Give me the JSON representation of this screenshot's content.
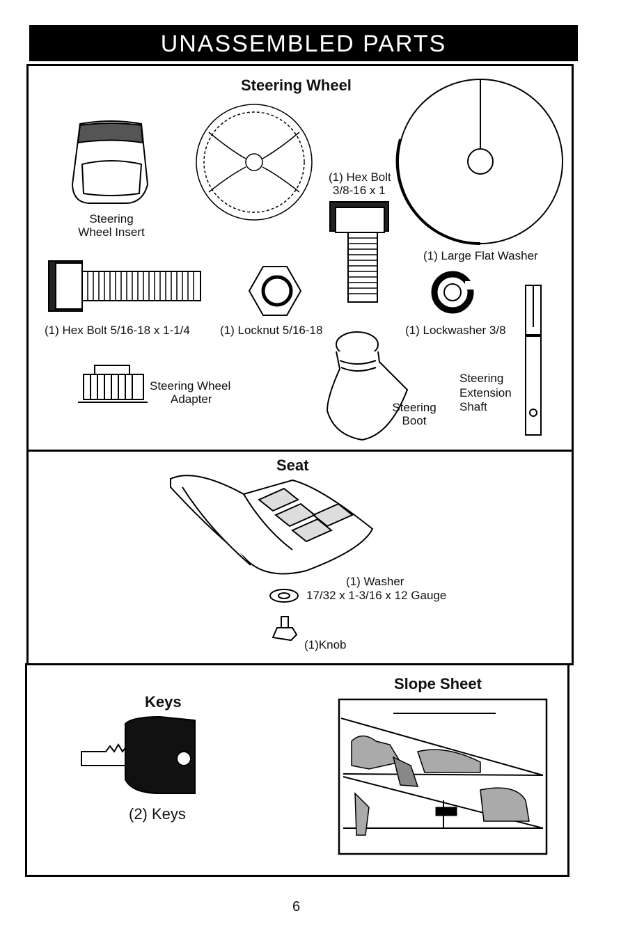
{
  "title": "UNASSEMBLED PARTS",
  "steering_section": {
    "heading": "Steering Wheel",
    "insert_label_line1": "Steering",
    "insert_label_line2": "Wheel Insert",
    "hex_bolt_small_line1": "(1) Hex Bolt",
    "hex_bolt_small_line2": "3/8-16 x 1",
    "large_flat_washer": "(1) Large Flat Washer",
    "hex_bolt_long": "(1) Hex Bolt  5/16-18 x 1-1/4",
    "locknut": "(1) Locknut  5/16-18",
    "lockwasher": "(1) Lockwasher  3/8",
    "adapter_line1": "Steering Wheel",
    "adapter_line2": "Adapter",
    "boot_line1": "Steering",
    "boot_line2": "Boot",
    "shaft_line1": "Steering",
    "shaft_line2": "Extension",
    "shaft_line3": "Shaft"
  },
  "seat_section": {
    "heading": "Seat",
    "washer_line1": "(1) Washer",
    "washer_line2": "17/32 x 1-3/16 x 12 Gauge",
    "knob": "(1)Knob"
  },
  "bottom_section": {
    "keys_heading": "Keys",
    "keys_label": "(2) Keys",
    "slope_heading": "Slope Sheet"
  },
  "page_number": "6",
  "icons": [
    "steering-wheel-insert-icon",
    "steering-wheel-icon",
    "hex-bolt-icon",
    "large-flat-washer-icon",
    "locknut-icon",
    "lockwasher-icon",
    "steering-extension-shaft-icon",
    "steering-wheel-adapter-icon",
    "steering-boot-icon",
    "seat-icon",
    "washer-icon",
    "knob-icon",
    "key-icon",
    "slope-sheet-icon"
  ]
}
